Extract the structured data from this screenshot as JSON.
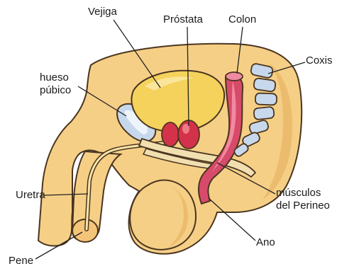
{
  "labels": {
    "bladder": "Vejiga",
    "prostate": "Próstata",
    "colon": "Colon",
    "coccyx": "Coxis",
    "pubic_bone": "hueso\npúbico",
    "urethra": "Uretra",
    "perineum_muscles": "músculos\ndel Perineo",
    "anus": "Ano",
    "penis": "Pene"
  },
  "colors": {
    "skin": "#f6cf86",
    "skin_shadow": "#e8b464",
    "outline": "#4a3520",
    "bladder": "#f4d25c",
    "prostate": "#d4324a",
    "colon": "#d84a6a",
    "colon_light": "#f08aa0",
    "bone": "#c8d8ec",
    "muscle": "#f2dfb0",
    "leader": "#222222"
  }
}
